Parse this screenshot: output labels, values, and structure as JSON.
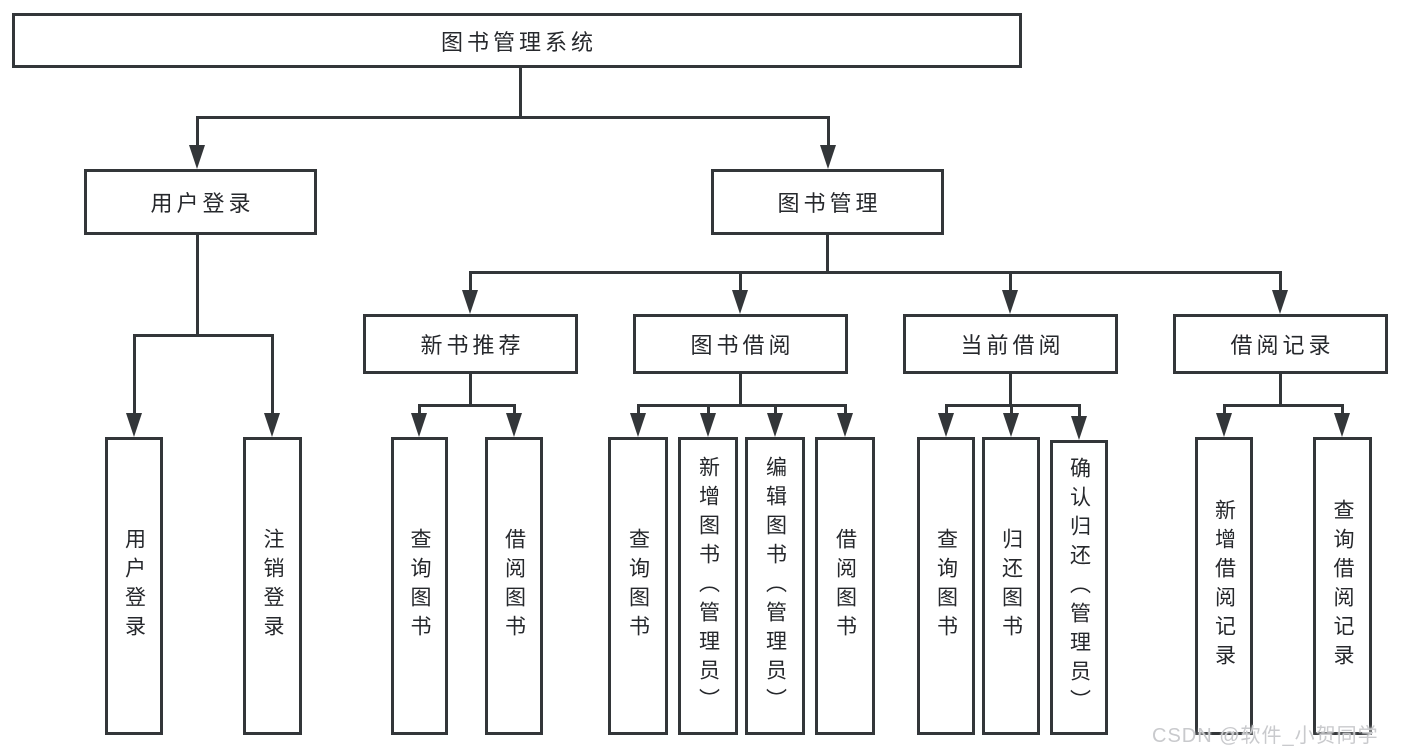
{
  "diagram": {
    "root": {
      "label": "图书管理系统"
    },
    "level2": {
      "user_login": {
        "label": "用户登录"
      },
      "book_management": {
        "label": "图书管理"
      }
    },
    "level3": {
      "new_book_recommend": {
        "label": "新书推荐"
      },
      "book_borrow": {
        "label": "图书借阅"
      },
      "current_borrow": {
        "label": "当前借阅"
      },
      "borrow_records": {
        "label": "借阅记录"
      }
    },
    "leaves": {
      "user_login_leaf": {
        "label": "用户登录"
      },
      "logout": {
        "label": "注销登录"
      },
      "recommend_query_books": {
        "label": "查询图书"
      },
      "recommend_borrow_books": {
        "label": "借阅图书"
      },
      "borrow_query_books": {
        "label": "查询图书"
      },
      "add_books_admin": {
        "label": "新增图书（管理员）"
      },
      "edit_books_admin": {
        "label": "编辑图书（管理员）"
      },
      "borrow_borrow_books": {
        "label": "借阅图书"
      },
      "current_query_books": {
        "label": "查询图书"
      },
      "return_books": {
        "label": "归还图书"
      },
      "confirm_return_admin": {
        "label": "确认归还（管理员）"
      },
      "add_borrow_record": {
        "label": "新增借阅记录"
      },
      "query_borrow_record": {
        "label": "查询借阅记录"
      }
    },
    "watermark": "CSDN @软件_小贺同学",
    "colors": {
      "line": "#333639",
      "text": "#26282c",
      "watermark": "#c9cacd"
    }
  }
}
